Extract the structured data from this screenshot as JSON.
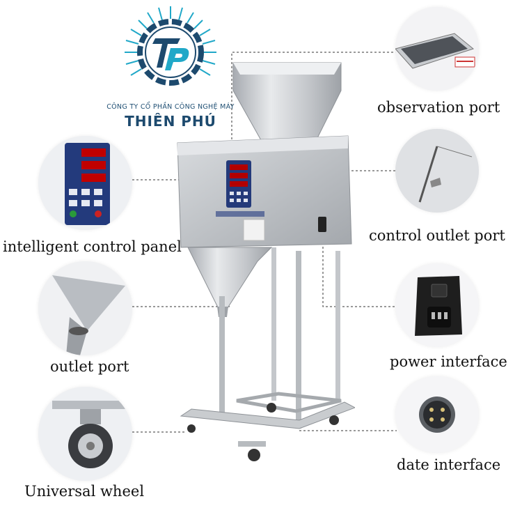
{
  "brand": {
    "company_line": "CÔNG TY CỔ PHẦN CÔNG NGHỆ MÁY",
    "company_name": "THIÊN PHÚ",
    "logo_color": "#1d4a6e",
    "accent_color": "#20a8c8"
  },
  "labels": {
    "observation_port": "observation port",
    "control_outlet_port": "control outlet port",
    "power_interface": "power interface",
    "date_interface": "date interface",
    "intelligent_control_panel": "intelligent control panel",
    "outlet_port": "outlet port",
    "universal_wheel": "Universal wheel"
  }
}
